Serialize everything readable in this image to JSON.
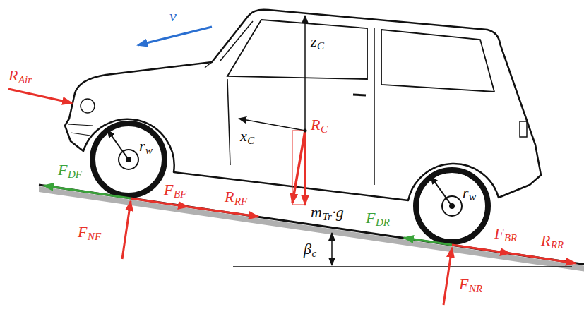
{
  "diagram": {
    "labels": [
      "v",
      "R",
      "Air",
      "r",
      "w",
      "z",
      "C",
      "x",
      "C",
      "R",
      "C",
      "r",
      "w",
      "F",
      "DF",
      "F",
      "BF",
      "R",
      "RF",
      "m",
      "Tr",
      "·g",
      "F",
      "NF",
      "F",
      "DR",
      "β",
      "c",
      "F",
      "BR",
      "R",
      "RR",
      "F",
      "NR"
    ]
  }
}
